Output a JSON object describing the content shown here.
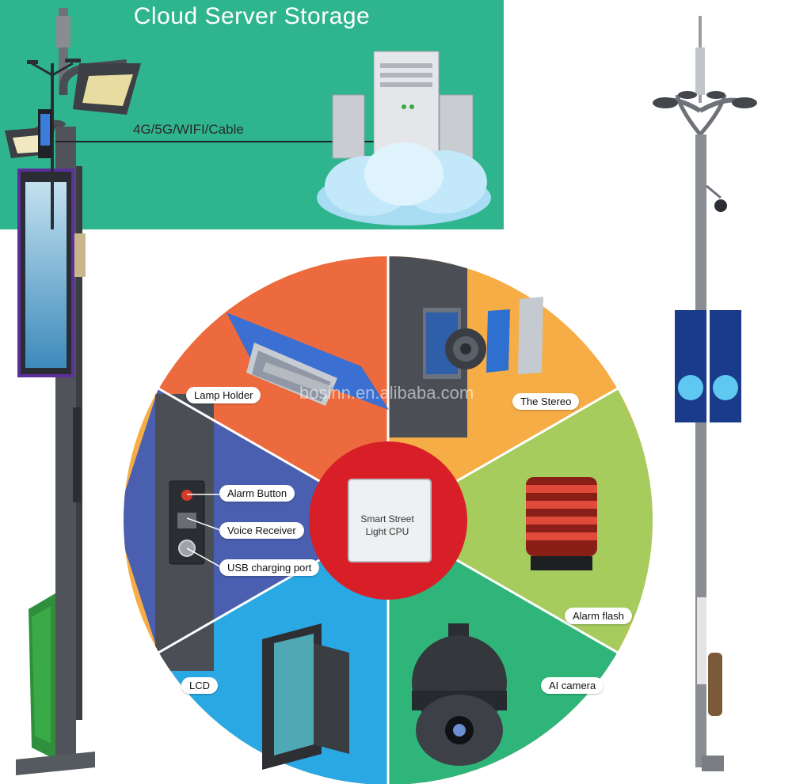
{
  "banner": {
    "title": "Cloud Server Storage",
    "connection_label": "4G/5G/WIFI/Cable",
    "background": "#2fb58e"
  },
  "wheel": {
    "center_label_line1": "Smart Street",
    "center_label_line2": "Light CPU",
    "watermark": "bosinn.en.alibaba.com",
    "segments": [
      {
        "name": "Lamp Holder",
        "color": "#ec6a3d"
      },
      {
        "name": "The Stereo",
        "color": "#f6ad45"
      },
      {
        "name": "Alarm flash",
        "color": "#a5cc5c"
      },
      {
        "name": "AI camera",
        "color": "#2fb57a"
      },
      {
        "name": "LCD",
        "color": "#2aa8e3"
      },
      {
        "name": "USB charging port",
        "color": "#4a5fb0"
      }
    ],
    "panel_items": [
      "Alarm Button",
      "Voice Receiver",
      "USB charging port"
    ]
  },
  "icons": [
    "street-light-pole-icon",
    "server-icon",
    "cloud-icon",
    "speaker-icon",
    "alarm-light-icon",
    "dome-camera-icon",
    "lcd-panel-icon",
    "chip-icon",
    "led-lamp-icon"
  ]
}
